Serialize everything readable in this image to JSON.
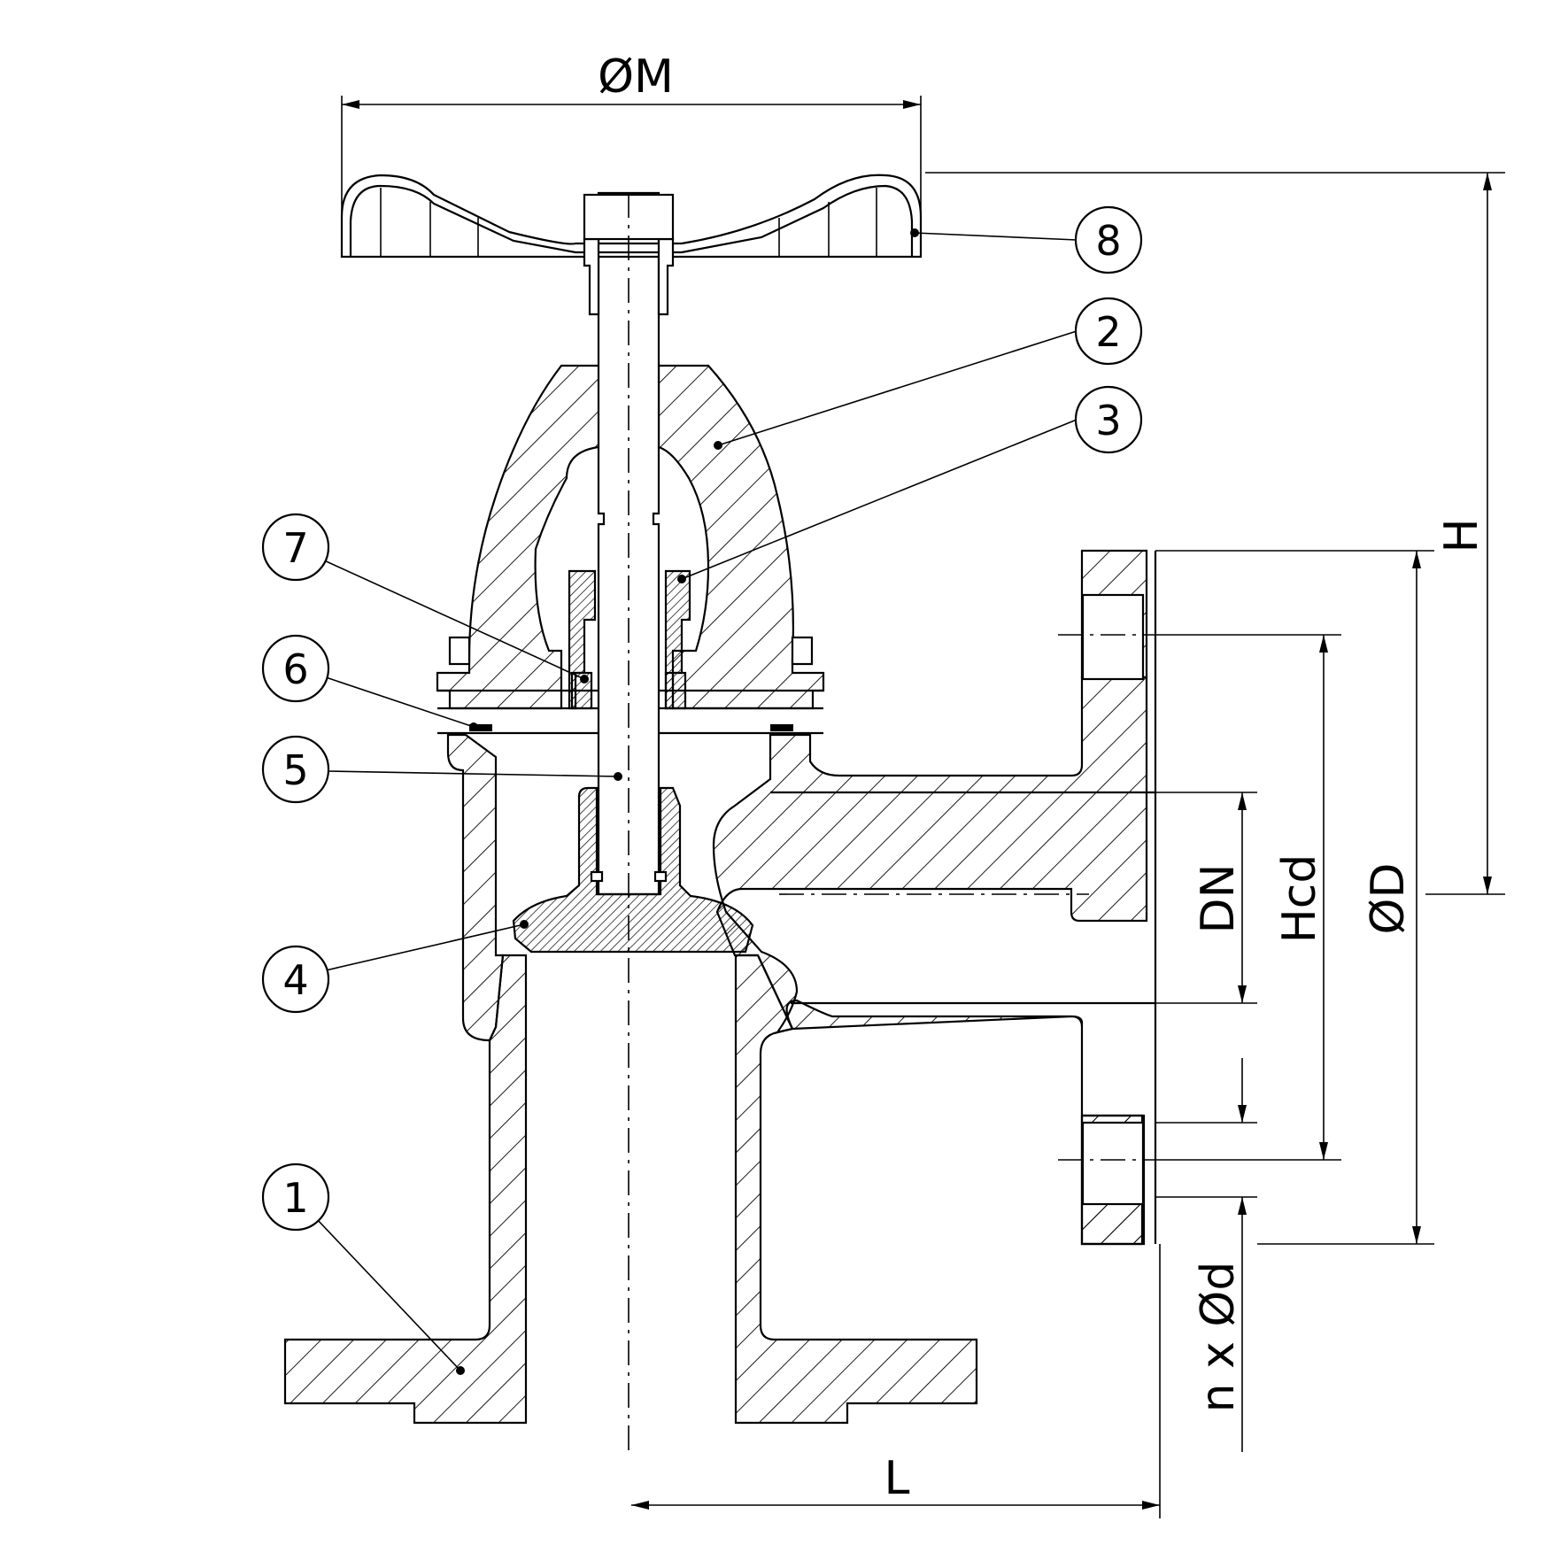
{
  "dimensions": {
    "handwheel_diameter": "ØM",
    "overall_height": "H",
    "flange_outer_diameter": "ØD",
    "bolt_circle_diameter": "Hcd",
    "nominal_diameter": "DN",
    "bolt_holes": "n x Ød",
    "face_to_centre_length": "L"
  },
  "part_bubbles": [
    {
      "num": "1"
    },
    {
      "num": "2"
    },
    {
      "num": "3"
    },
    {
      "num": "4"
    },
    {
      "num": "5"
    },
    {
      "num": "6"
    },
    {
      "num": "7"
    },
    {
      "num": "8"
    }
  ],
  "colors": {
    "line": "#000000",
    "background": "#ffffff"
  }
}
